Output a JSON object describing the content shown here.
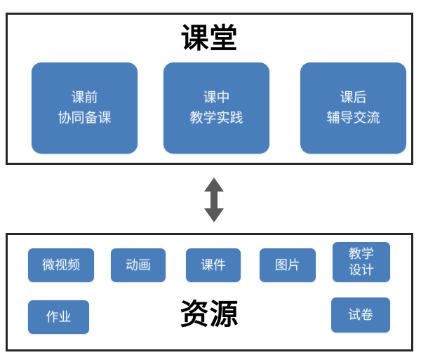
{
  "diagram": {
    "title_top": "课堂",
    "title_bottom": "资源",
    "accent_color": "#4A7EBB",
    "border_color": "#262626",
    "text_color_on_accent": "#EEF3FA",
    "arrow_color": "#595959",
    "background_color": "#FFFFFF"
  },
  "classroom": {
    "title": "课堂",
    "cards": [
      {
        "line1": "课前",
        "line2": "协同备课"
      },
      {
        "line1": "课中",
        "line2": "教学实践"
      },
      {
        "line1": "课后",
        "line2": "辅导交流"
      }
    ]
  },
  "connector": {
    "icon": "double-arrow-vertical-icon",
    "direction": "bidirectional"
  },
  "resources": {
    "title": "资源",
    "tags": [
      {
        "line1": "微视频",
        "line2": ""
      },
      {
        "line1": "动画",
        "line2": ""
      },
      {
        "line1": "课件",
        "line2": ""
      },
      {
        "line1": "图片",
        "line2": ""
      },
      {
        "line1": "教学",
        "line2": "设计"
      },
      {
        "line1": "作业",
        "line2": ""
      },
      {
        "line1": "试卷",
        "line2": ""
      }
    ]
  }
}
